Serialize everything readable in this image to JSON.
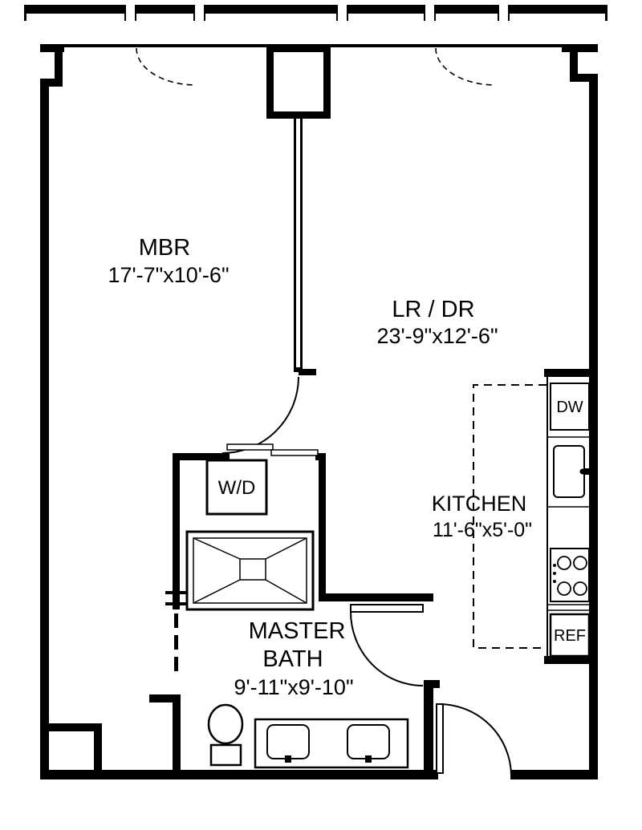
{
  "rooms": {
    "mbr": {
      "name": "MBR",
      "dims": "17'-7\"x10'-6\""
    },
    "lrdr": {
      "name": "LR / DR",
      "dims": "23'-9\"x12'-6\""
    },
    "kitchen": {
      "name": "KITCHEN",
      "dims": "11'-6\"x5'-0\""
    },
    "master_bath": {
      "name_line1": "MASTER",
      "name_line2": "BATH",
      "dims": "9'-11\"x9'-10\""
    }
  },
  "appliances": {
    "washer_dryer": "W/D",
    "dishwasher": "DW",
    "refrigerator": "REF"
  },
  "colors": {
    "wall": "#000000",
    "background": "#ffffff"
  }
}
